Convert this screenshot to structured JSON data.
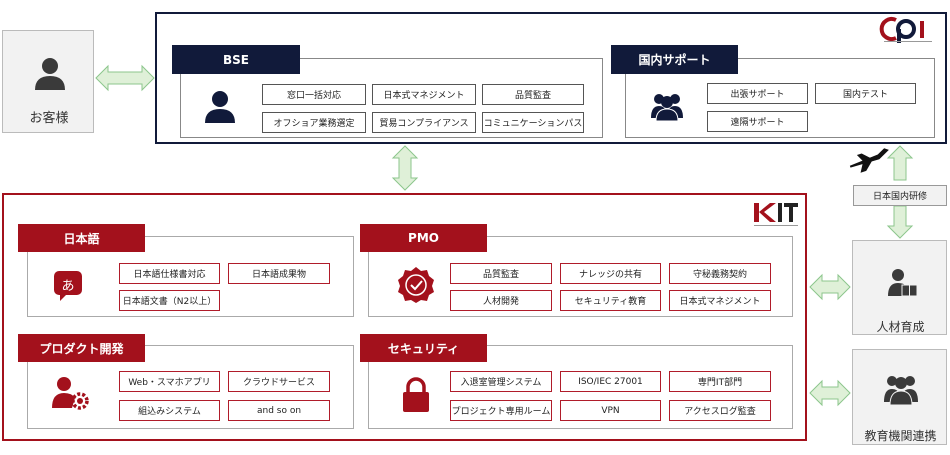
{
  "customer": {
    "label": "お客様"
  },
  "cpi": {
    "logo_text": "cpi",
    "bse": {
      "title": "BSE",
      "services": [
        "窓口一括対応",
        "日本式マネジメント",
        "品質監査",
        "オフショア業務選定",
        "貿易コンプライアンス",
        "コミュニケーションパス"
      ]
    },
    "domestic": {
      "title": "国内サポート",
      "services": [
        "出張サポート",
        "国内テスト",
        "遠隔サポート"
      ]
    }
  },
  "training_label": "日本国内研修",
  "kit": {
    "logo_text": "KIT",
    "japanese": {
      "title": "日本語",
      "icon_char": "あ",
      "services": [
        "日本語仕様書対応",
        "日本語成果物",
        "日本語文書（N2以上）"
      ]
    },
    "pmo": {
      "title": "PMO",
      "services": [
        "品質監査",
        "ナレッジの共有",
        "守秘義務契約",
        "人材開発",
        "セキュリティ教育",
        "日本式マネジメント"
      ]
    },
    "product": {
      "title": "プロダクト開発",
      "services": [
        "Web・スマホアプリ",
        "クラウドサービス",
        "組込みシステム",
        "and so on"
      ]
    },
    "security": {
      "title": "セキュリティ",
      "services": [
        "入退室管理システム",
        "ISO/IEC 27001",
        "専門IT部門",
        "プロジェクト専用ルーム",
        "VPN",
        "アクセスログ監査"
      ]
    }
  },
  "hr": {
    "label": "人材育成"
  },
  "edu": {
    "label": "教育機関連携"
  },
  "colors": {
    "navy": "#111a3a",
    "red": "#a3111c",
    "arrow_fill": "#dff0d8",
    "arrow_stroke": "#8cc68c"
  }
}
